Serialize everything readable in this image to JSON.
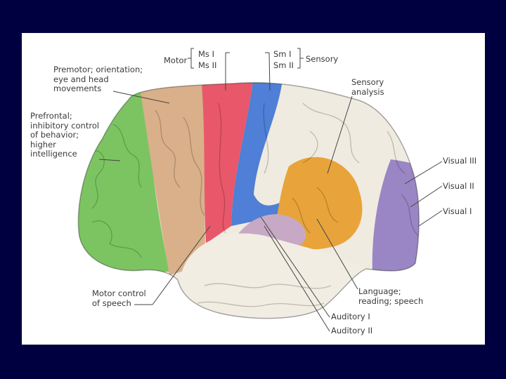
{
  "labels": {
    "motor": "Motor",
    "ms1": "Ms I",
    "ms2": "Ms II",
    "sm1": "Sm I",
    "sm2": "Sm II",
    "sensory": "Sensory",
    "premotor": "Premotor; orientation;\neye and head\nmovements",
    "prefrontal": "Prefrontal;\ninhibitory control\nof behavior;\nhigher\nintelligence",
    "sensory_analysis": "Sensory\nanalysis",
    "visual3": "Visual III",
    "visual2": "Visual II",
    "visual1": "Visual I",
    "motor_speech": "Motor control\nof speech",
    "language": "Language;\nreading; speech",
    "auditory1": "Auditory I",
    "auditory2": "Auditory II"
  },
  "colors": {
    "background": "#000040",
    "panel": "#ffffff",
    "prefrontal": "#7cc462",
    "premotor": "#d9b08a",
    "motor": "#e8586a",
    "sensory": "#4f7fd6",
    "sensory_analysis": "#f0ebe0",
    "language": "#e8a43a",
    "visual": "#9a86c4",
    "auditory": "#c7a9c6",
    "temporal": "#f2ede2",
    "leader": "#444444"
  }
}
